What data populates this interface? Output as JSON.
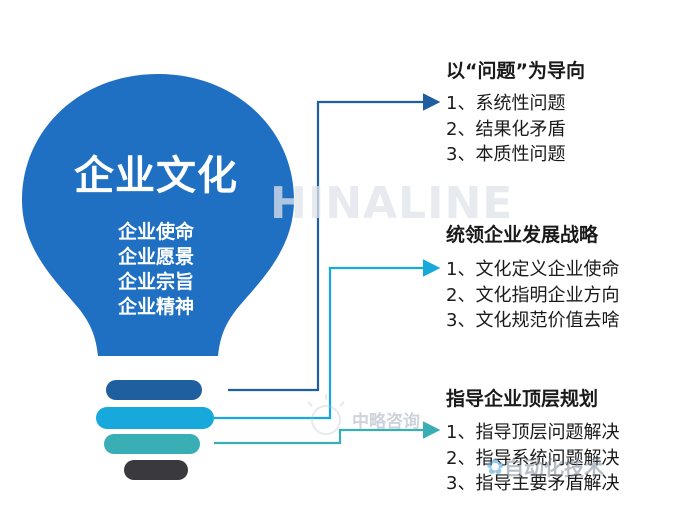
{
  "bulb": {
    "title": "企业文化",
    "items": [
      "企业使命",
      "企业愿景",
      "企业宗旨",
      "企业精神"
    ]
  },
  "sections": [
    {
      "heading": "以“问题”为导向",
      "items": [
        "1、系统性问题",
        "2、结果化矛盾",
        "3、本质性问题"
      ],
      "connector_color": "#1f5fa0"
    },
    {
      "heading": "统领企业发展战略",
      "items": [
        "1、文化定义企业使命",
        "2、文化指明企业方向",
        "3、文化规范价值去啥"
      ],
      "connector_color": "#17a8dc"
    },
    {
      "heading": "指导企业顶层规划",
      "items": [
        "1、指导顶层问题解决",
        "2、指导系统问题解决",
        "3、指导主要矛盾解决"
      ],
      "connector_color": "#3aaeb5"
    }
  ],
  "bulb_base_colors": [
    "#1f5fa0",
    "#17a8dc",
    "#3aaeb5",
    "#3a3a3e"
  ],
  "bulb_color": "#1f6fc2",
  "watermarks": {
    "main": "HINALINE",
    "logo": "中略咨询",
    "corner": "自动化技术"
  }
}
